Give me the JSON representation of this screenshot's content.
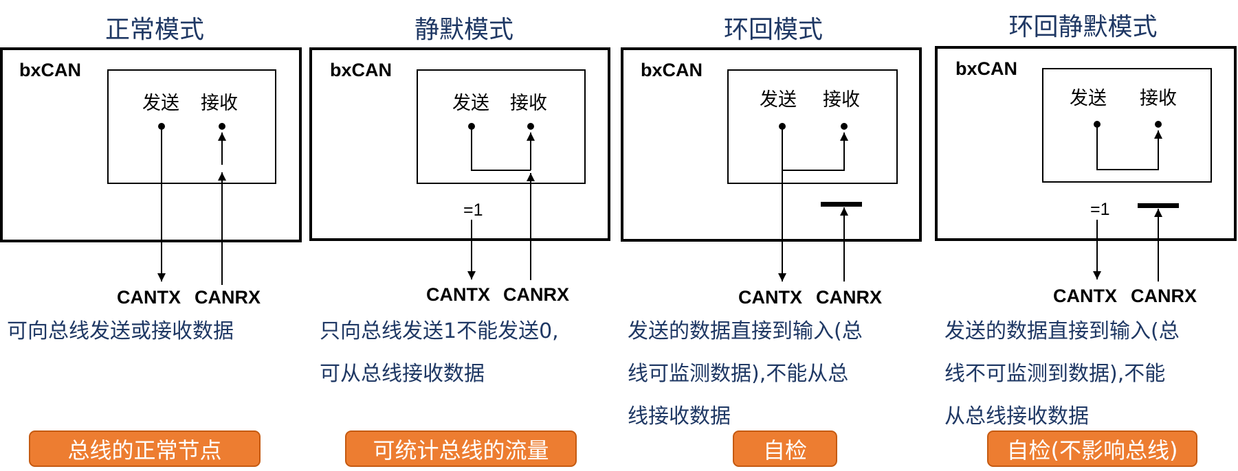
{
  "modes": [
    {
      "title": "正常模式",
      "box_label": "bxCAN",
      "tx_label": "发送",
      "rx_label": "接收",
      "pin_tx": "CANTX",
      "pin_rx": "CANRX",
      "desc_lines": [
        "可向总线发送或接收数据"
      ],
      "tag": "总线的正常节点"
    },
    {
      "title": "静默模式",
      "box_label": "bxCAN",
      "tx_label": "发送",
      "rx_label": "接收",
      "eq_label": "=1",
      "pin_tx": "CANTX",
      "pin_rx": "CANRX",
      "desc_lines": [
        "只向总线发送1不能发送0,",
        "可从总线接收数据"
      ],
      "tag": "可统计总线的流量"
    },
    {
      "title": "环回模式",
      "box_label": "bxCAN",
      "tx_label": "发送",
      "rx_label": "接收",
      "pin_tx": "CANTX",
      "pin_rx": "CANRX",
      "desc_lines": [
        "发送的数据直接到输入(总",
        "线可监测数据),不能从总",
        "线接收数据"
      ],
      "tag": "自检"
    },
    {
      "title": "环回静默模式",
      "box_label": "bxCAN",
      "tx_label": "发送",
      "rx_label": "接收",
      "eq_label": "=1",
      "pin_tx": "CANTX",
      "pin_rx": "CANRX",
      "desc_lines": [
        "发送的数据直接到输入(总",
        "线不可监测到数据),不能",
        "从总线接收数据"
      ],
      "tag": "自检(不影响总线)"
    }
  ],
  "colors": {
    "title_text": "#1f3864",
    "desc_text": "#1f3864",
    "tag_fill": "#ed7d31",
    "tag_border": "#c55a11",
    "tag_text": "#ffffff"
  }
}
